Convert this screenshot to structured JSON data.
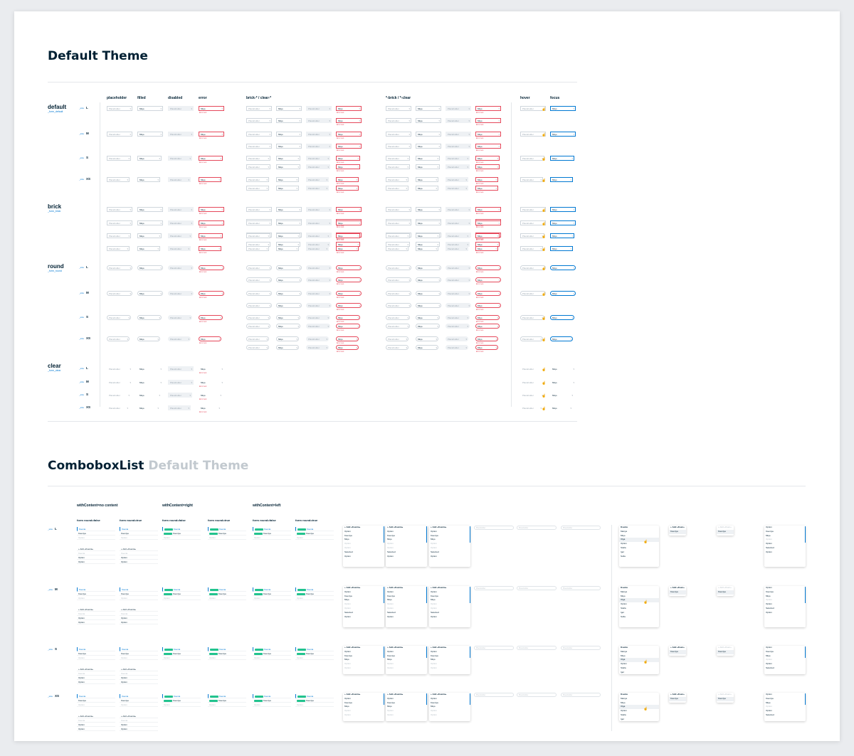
{
  "section1": {
    "title": "Default Theme",
    "columns": [
      "placeholder",
      "filled",
      "disabled",
      "error",
      "brick-* / clear-*",
      "*-brick / *-clear",
      "hover",
      "focus"
    ],
    "groups": [
      {
        "name": "default",
        "tag": "_form_default"
      },
      {
        "name": "brick",
        "tag": "_form_brick"
      },
      {
        "name": "round",
        "tag": "_form_round"
      },
      {
        "name": "clear",
        "tag": "_form_clear"
      }
    ],
    "sizes": [
      "L",
      "M",
      "S",
      "XS"
    ],
    "size_tag": "_size",
    "field": {
      "placeholder": "Placeholder",
      "value": "Miqo",
      "error": "Error text"
    }
  },
  "section2": {
    "title": "ComboboxList",
    "title_muted": "Default Theme",
    "headers": [
      "withContent=no content",
      "withContent=right",
      "withContent=left"
    ],
    "subheaders": [
      "form round=false",
      "form round=true",
      "form round=false",
      "form round=true",
      "form round=false",
      "form round=true"
    ],
    "sizes": [
      "L",
      "M",
      "S",
      "XS"
    ],
    "items": {
      "selected": "Ksenia",
      "second": "Kseniya",
      "third": "Ksenia",
      "add": "+ Add «Ksenia»",
      "opt1": "Option",
      "opt2": "Option"
    },
    "dropdown": {
      "head": "+ Add «Ksenia»",
      "lines": [
        "Option",
        "Kseniya",
        "Miqo",
        "Option",
        "Option",
        "Selected",
        "Option"
      ]
    },
    "list2": [
      "Ksenia",
      "Mariya",
      "Miqo",
      "Olga",
      "Option",
      "Stella",
      "Igor",
      "Sofia"
    ],
    "tags": {
      "add_new": "+ Add «Ksen»",
      "sel": "Kseniya"
    }
  }
}
